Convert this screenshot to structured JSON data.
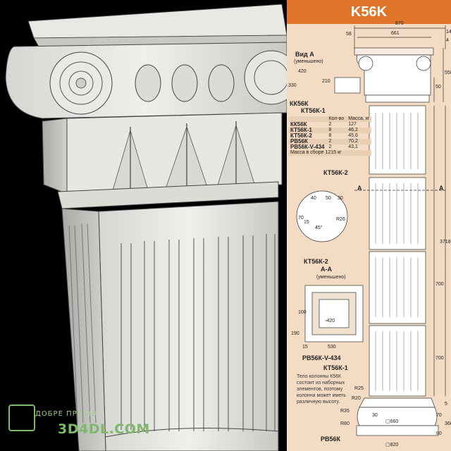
{
  "title": "K56K",
  "watermark": {
    "site": "3D4DL.COM",
    "tagline": "ДОБРЕ    ПРО ЗВ"
  },
  "view_a": {
    "label": "Вид А",
    "sub": "(уменьшено)",
    "dim_width": "420",
    "dim_h1": "330",
    "dim_h2": "210"
  },
  "dims": {
    "top_total": "870",
    "top_inner": "661",
    "top_left_h": "58",
    "top_right_14": "14",
    "top_right_4": "4",
    "cap_h": "558",
    "cap_50": "50",
    "shaft_total": "3718",
    "seg_700a": "700",
    "seg_700b": "700"
  },
  "profile": {
    "d40": "40",
    "d50": "50",
    "d30": "30",
    "r26": "R26",
    "d70": "70",
    "d15": "15",
    "a45": "45°"
  },
  "section": {
    "label": "КТ56К-2",
    "aa": "А-А",
    "sub": "(уменьшено)",
    "sq420": "▫420",
    "w530": "530",
    "d15": "15",
    "h190": "190",
    "h100": "100"
  },
  "parts": {
    "kk": "КК56К",
    "kt1": "КТ56К-1",
    "kt2": "КТ56К-2",
    "kt2b": "КТ56К-2",
    "rb434": "РВ56К-V-434",
    "kt1b": "КТ56К-1",
    "rb": "РВ56К"
  },
  "markers": {
    "a_left": "A",
    "a_right": "A"
  },
  "table": {
    "header": [
      "",
      "Кол-во",
      "Масса, кг"
    ],
    "rows": [
      [
        "КК56К",
        "2",
        "127"
      ],
      [
        "КТ56К-1",
        "8",
        "46,2"
      ],
      [
        "КТ56К-2",
        "8",
        "45,6"
      ],
      [
        "РВ56К",
        "2",
        "70,2"
      ],
      [
        "РВ56К-V-434",
        "2",
        "43,1"
      ]
    ],
    "total": "Масса в сборе 1215 кг"
  },
  "note": "Тело колонны К56К состоит из наборных элементов, поэтому колонна может иметь различную высоту.",
  "base": {
    "r25": "R25",
    "r20": "R20",
    "r35": "R35",
    "r80": "R80",
    "d660": "▢660",
    "d820": "▢820",
    "h30": "30",
    "h70": "70",
    "h80": "80",
    "h360": "360",
    "h5": "5"
  }
}
